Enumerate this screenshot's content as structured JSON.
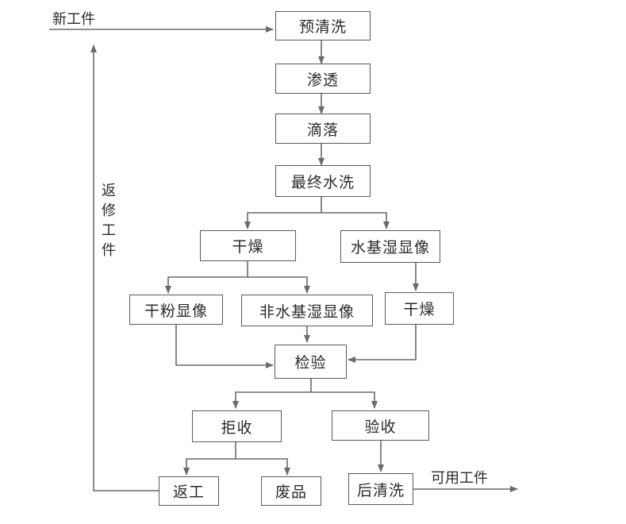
{
  "title": "",
  "steps": {
    "pre_clean": "预清洗",
    "penetrant": "渗透",
    "drip": "滴落",
    "final_wash": "最终水洗",
    "dry_1": "干燥",
    "aqueous_wet_developer": "水基湿显像",
    "dry_powder_developer": "干粉显像",
    "nonaqueous_wet_developer": "非水基湿显像",
    "dry_2": "干燥",
    "inspection": "检验",
    "reject": "拒收",
    "accept": "验收",
    "rework": "返工",
    "scrap": "废品",
    "post_clean": "后清洗"
  },
  "labels": {
    "new_part": "新工件",
    "usable_part": "可用工件",
    "rework_part": "返修工件"
  },
  "colors": {
    "line": "#6a6a6a",
    "border": "#5a5a5a",
    "text": "#2a2a2a"
  }
}
